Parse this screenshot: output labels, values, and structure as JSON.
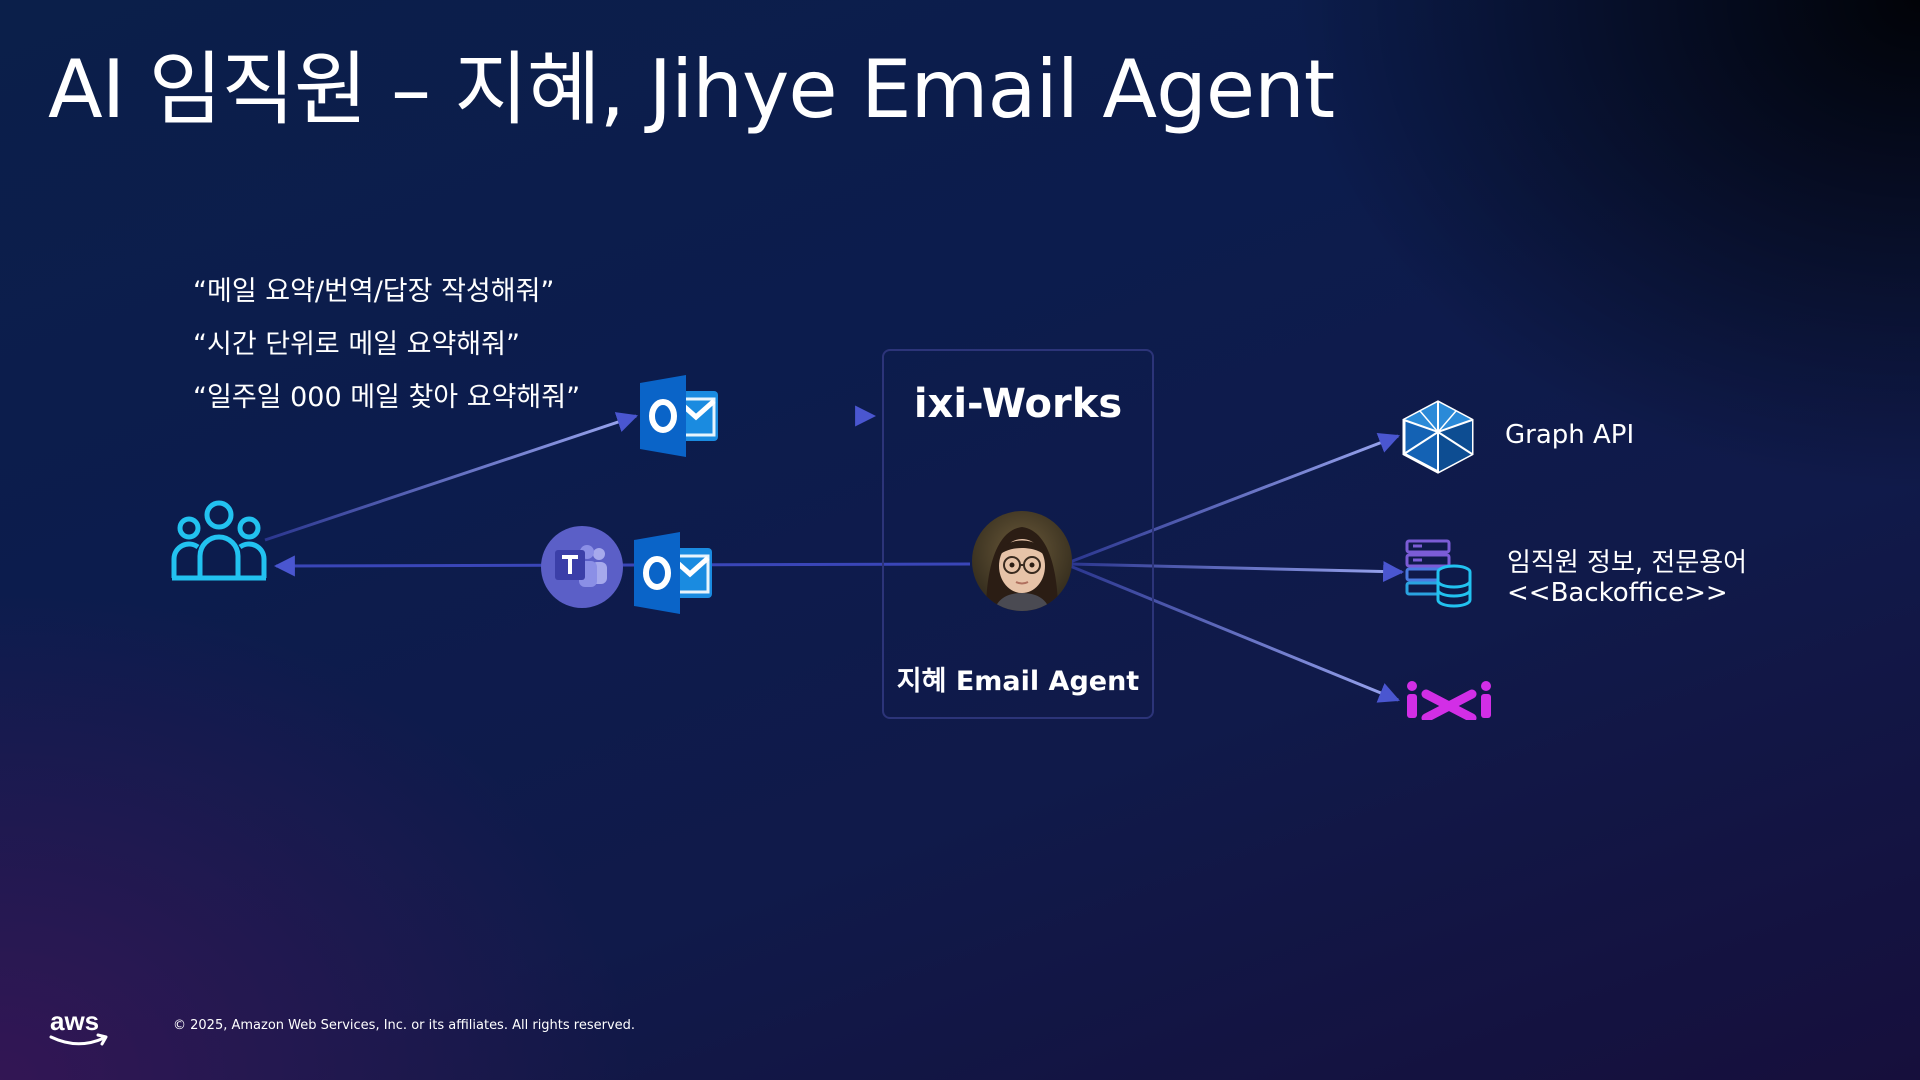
{
  "title": "AI 임직원 – 지혜, Jihye Email Agent",
  "quotes": [
    "“메일 요약/번역/답장 작성해줘”",
    "“시간 단위로 메일 요약해줘”",
    "“일주일 000 메일 찾아 요약해줘”"
  ],
  "center_box": {
    "title": "ixi-Works",
    "caption": "지혜 Email Agent"
  },
  "targets": {
    "graph_api": "Graph API",
    "backoffice_line1": "임직원 정보, 전문용어",
    "backoffice_line2": "<<Backoffice>>"
  },
  "icons": {
    "users": "users-group-icon",
    "outlook": "outlook-icon",
    "teams": "teams-icon",
    "graph": "graph-api-icon",
    "database": "database-icon",
    "ixi": "ixi-logo",
    "aws": "aws-logo"
  },
  "colors": {
    "accent_cyan": "#22c2f0",
    "outlook_blue": "#0a64c8",
    "teams_purple": "#5b5fc7",
    "ixi_magenta": "#d22ee6",
    "line": "#3a46b8"
  },
  "footer": {
    "copyright": "© 2025, Amazon Web Services, Inc. or its affiliates. All rights reserved."
  }
}
